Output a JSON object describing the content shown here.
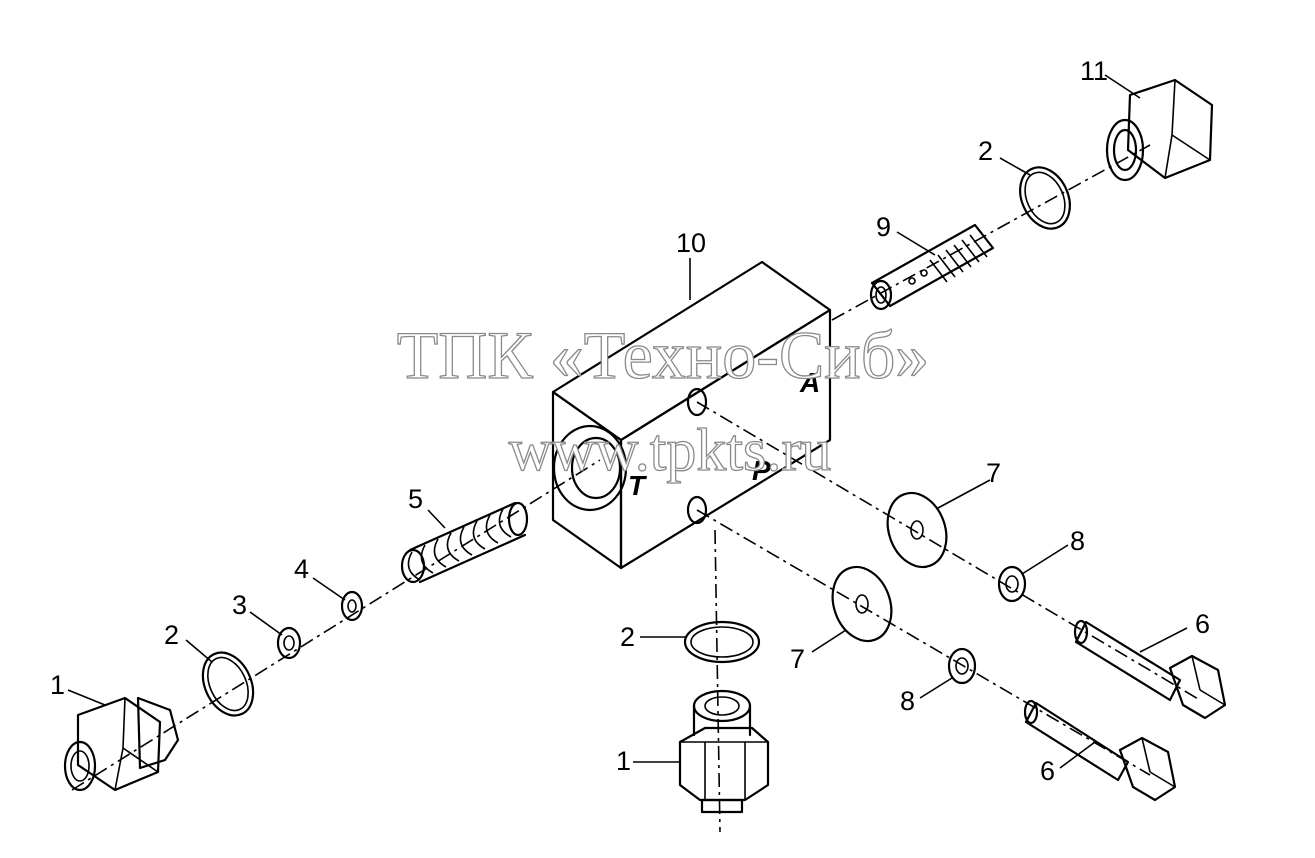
{
  "callouts": {
    "c1a": "1",
    "c1b": "1",
    "c2a": "2",
    "c2b": "2",
    "c2c": "2",
    "c3": "3",
    "c4": "4",
    "c5": "5",
    "c6a": "6",
    "c6b": "6",
    "c7a": "7",
    "c7b": "7",
    "c8a": "8",
    "c8b": "8",
    "c9": "9",
    "c10": "10",
    "c11": "11"
  },
  "ports": {
    "a": "A",
    "p": "P",
    "t": "T"
  },
  "watermark": {
    "line1": "ТПК «Техно-Сиб»",
    "line2": "www.tpkts.ru"
  }
}
